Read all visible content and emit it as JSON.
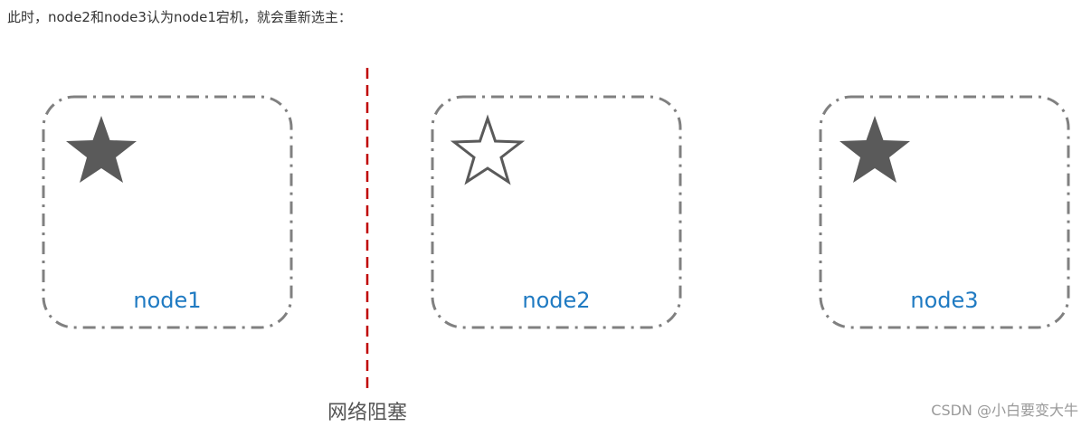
{
  "intro_text": "此时，node2和node3认为node1宕机，就会重新选主：",
  "nodes": [
    {
      "label": "node1",
      "star": "filled-star-icon"
    },
    {
      "label": "node2",
      "star": "outline-star-icon"
    },
    {
      "label": "node3",
      "star": "filled-star-icon"
    }
  ],
  "partition_label": "网络阻塞",
  "watermark": "CSDN @小白要变大牛",
  "colors": {
    "box_border": "#808080",
    "star": "#5a5a5a",
    "node_label": "#1f7ac2",
    "partition_line": "#c00000"
  }
}
